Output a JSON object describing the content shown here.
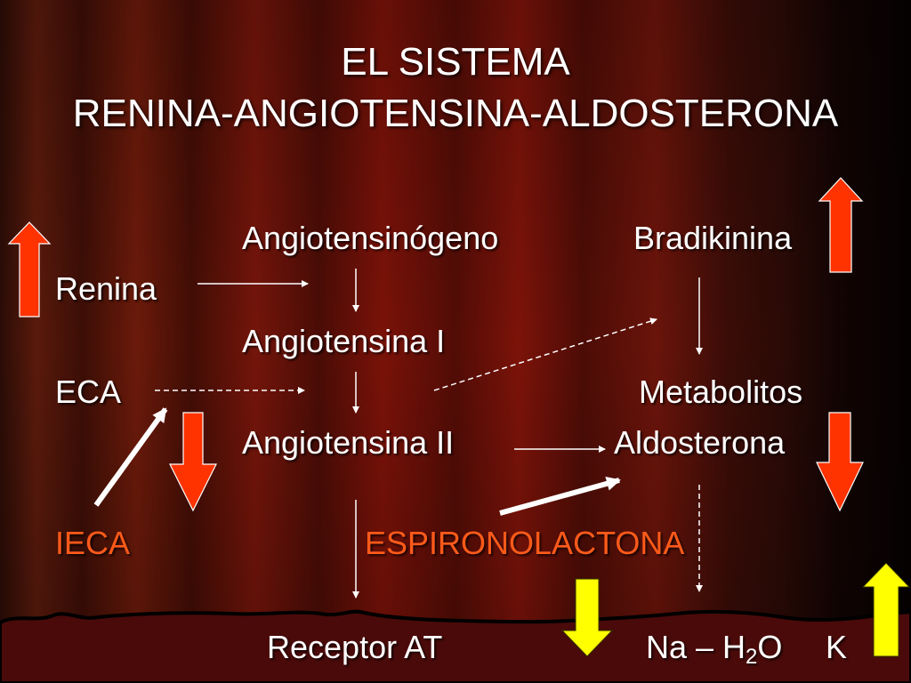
{
  "title": {
    "line1": "EL SISTEMA",
    "line2": "RENINA-ANGIOTENSINA-ALDOSTERONA"
  },
  "nodes": {
    "angiotensinogeno": "Angiotensinógeno",
    "bradikinina": "Bradikinina",
    "renina": "Renina",
    "angiotensina_i": "Angiotensina I",
    "eca": "ECA",
    "metabolitos": "Metabolitos",
    "angiotensina_ii": "Angiotensina II",
    "aldosterona": "Aldosterona",
    "ieca": "IECA",
    "espironolactona": "ESPIRONOLACTONA",
    "receptor_at": "Receptor AT",
    "na_h2o": {
      "prefix": "Na – H",
      "sub": "2",
      "suffix": "O"
    },
    "k": "K"
  },
  "colors": {
    "text": "#ffffff",
    "drug_label": "#ff5a1a",
    "red_arrow": "#ff3300",
    "yellow_arrow": "#ffff00",
    "background": "#5a0a0a"
  },
  "indicators": {
    "renina_level": "up",
    "bradikinina_level": "up",
    "angiotensina_ii_level": "down",
    "aldosterona_level": "down",
    "na_h2o_level": "down",
    "k_level": "up"
  }
}
